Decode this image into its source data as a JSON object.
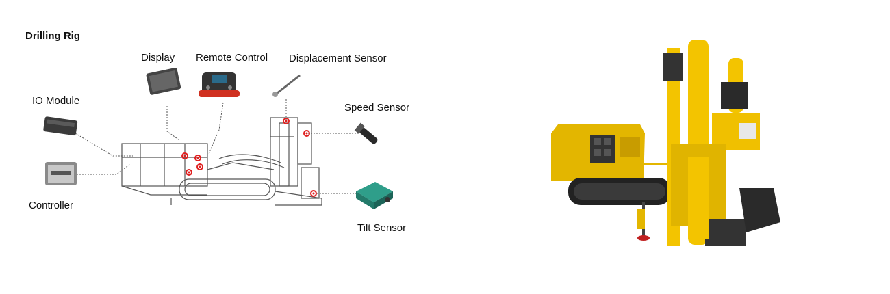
{
  "title": "Drilling Rig",
  "components": {
    "display": "Display",
    "remote_control": "Remote Control",
    "displacement_sensor": "Displacement Sensor",
    "io_module": "IO Module",
    "speed_sensor": "Speed Sensor",
    "controller": "Controller",
    "tilt_sensor": "Tilt Sensor"
  },
  "colors": {
    "marker": "#e02020",
    "machine_yellow": "#f2c200",
    "outline": "#555555"
  }
}
